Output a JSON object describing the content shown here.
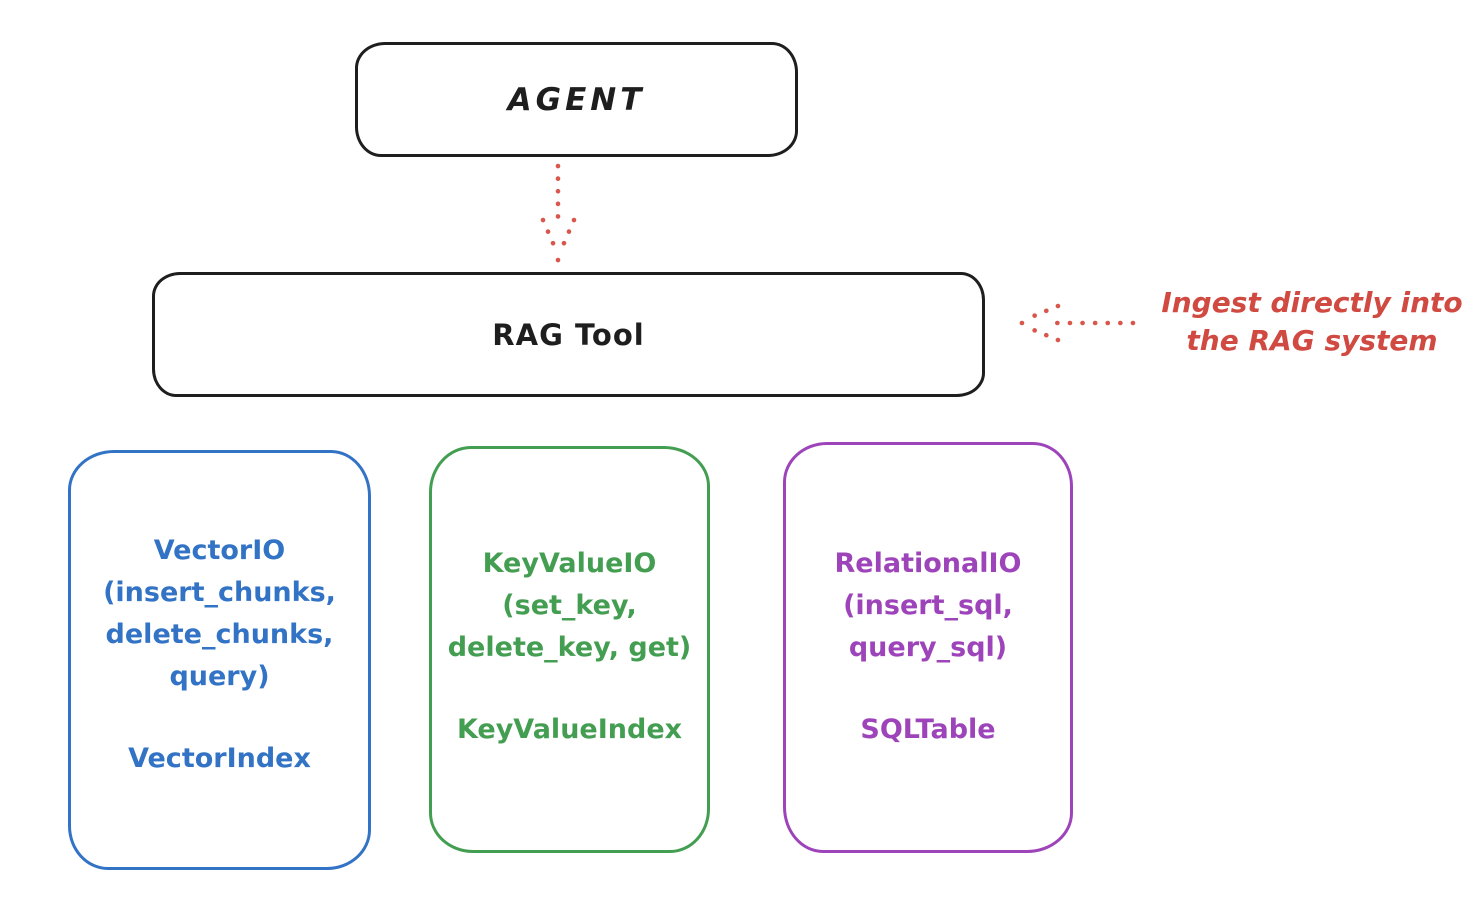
{
  "colors": {
    "ink": "#1e1e1e",
    "red": "#d04a42",
    "blue": "#3273c5",
    "green": "#449e52",
    "purple": "#9e44ba",
    "background": "#ffffff"
  },
  "nodes": {
    "agent": {
      "label": "AGENT"
    },
    "rag_tool": {
      "label": "RAG Tool"
    }
  },
  "annotation": {
    "line1": "Ingest directly into",
    "line2": "the RAG system"
  },
  "arrows": [
    {
      "name": "agent-to-rag-arrow",
      "style": "dotted",
      "color": "#d04a42",
      "direction": "down"
    },
    {
      "name": "ingest-annotation-arrow",
      "style": "dotted",
      "color": "#d04a42",
      "direction": "left"
    }
  ],
  "stores": [
    {
      "name": "vector-io",
      "color": "#3273c5",
      "title_lines": [
        "VectorIO",
        "(insert_chunks,",
        "delete_chunks,",
        "query)"
      ],
      "index_label": "VectorIndex"
    },
    {
      "name": "keyvalue-io",
      "color": "#449e52",
      "title_lines": [
        "KeyValueIO",
        "(set_key,",
        "delete_key, get)"
      ],
      "index_label": "KeyValueIndex"
    },
    {
      "name": "relational-io",
      "color": "#9e44ba",
      "title_lines": [
        "RelationalIO",
        "(insert_sql,",
        "query_sql)"
      ],
      "index_label": "SQLTable"
    }
  ]
}
